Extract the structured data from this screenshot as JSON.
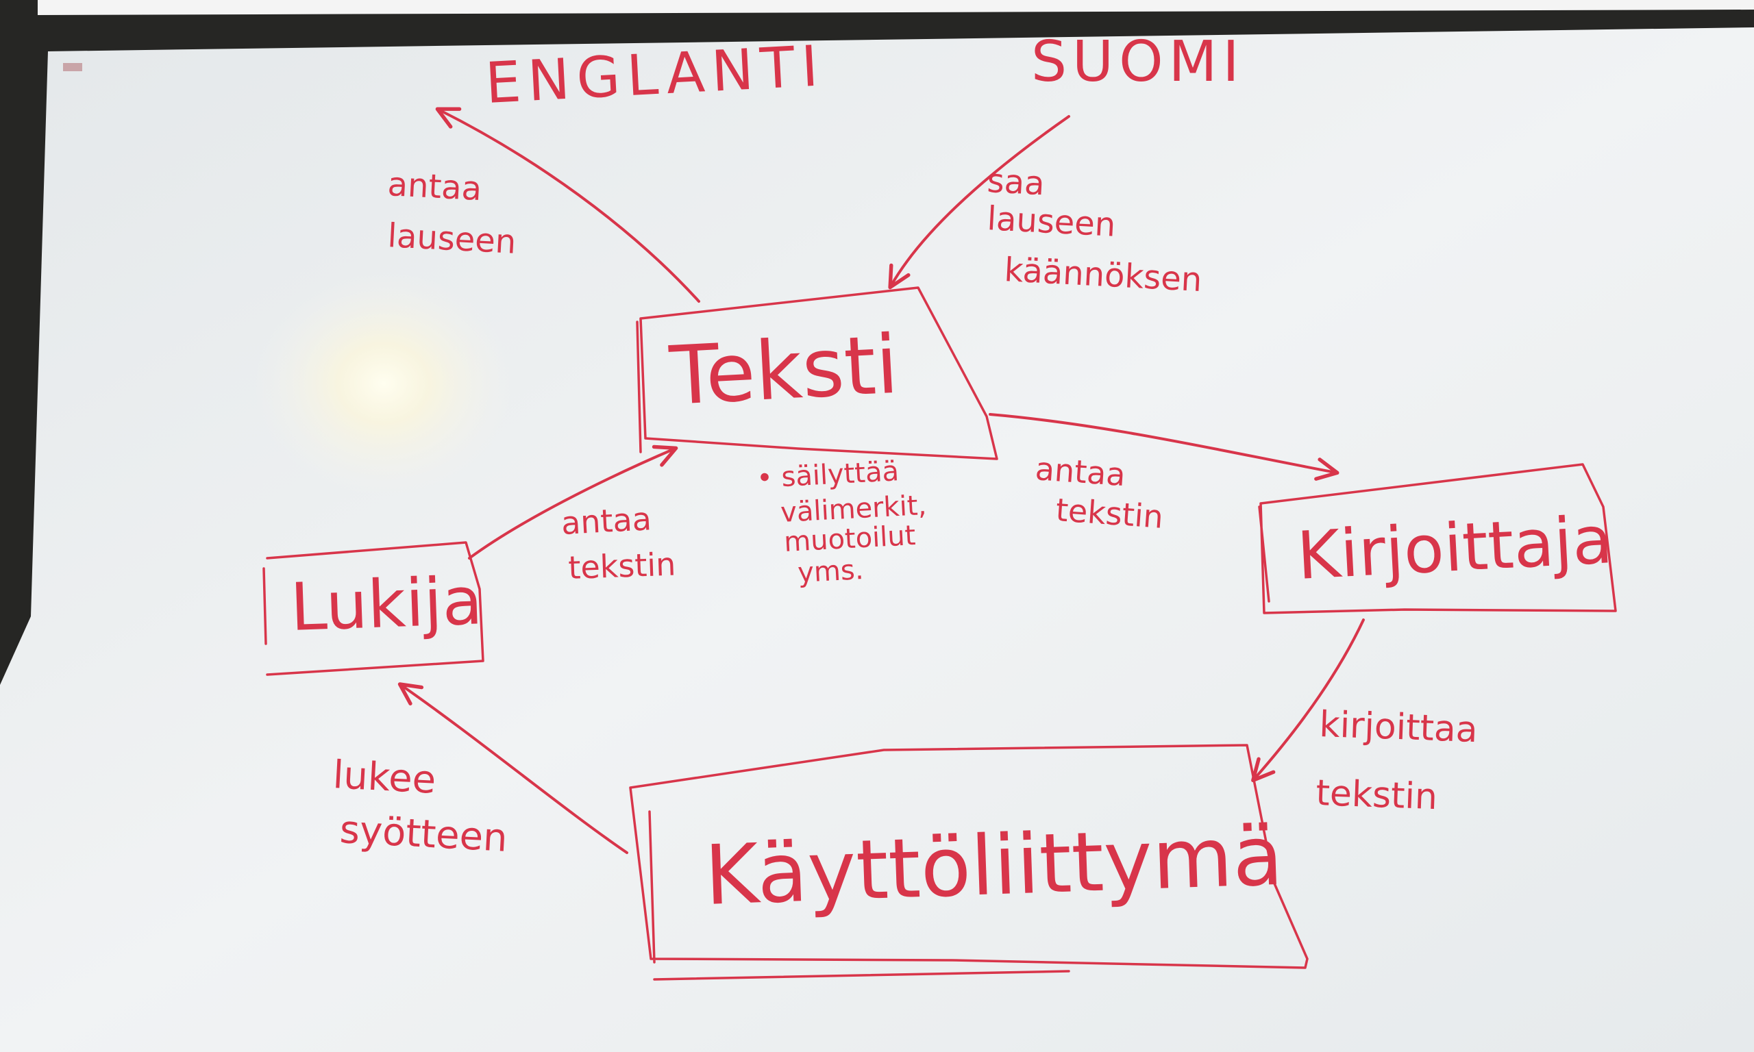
{
  "languages": {
    "english": "ENGLANTI",
    "finnish": "SUOMI"
  },
  "boxes": {
    "teksti": "Teksti",
    "kirjoittaja": "Kirjoittaja",
    "lukija": "Lukija",
    "kayttoliittyma": "Käyttöliittymä"
  },
  "arrows": {
    "antaa_lauseen": [
      "antaa",
      "lauseen"
    ],
    "saa_lauseen": [
      "saa",
      "lauseen",
      "käännöksen"
    ],
    "antaa_tekstin_right": [
      "antaa",
      "tekstin"
    ],
    "antaa_tekstin_left": [
      "antaa",
      "tekstin"
    ],
    "kirjoittaa_tekstin": [
      "kirjoittaa",
      "tekstin"
    ],
    "lukee_syotteen": [
      "lukee",
      "syötteen"
    ]
  },
  "note": [
    "• säilyttää",
    "välimerkit,",
    "muotoilut",
    "yms."
  ],
  "colors": {
    "marker": "#d8354a",
    "board": "#eef1f2",
    "frame": "#1f1f1d"
  }
}
